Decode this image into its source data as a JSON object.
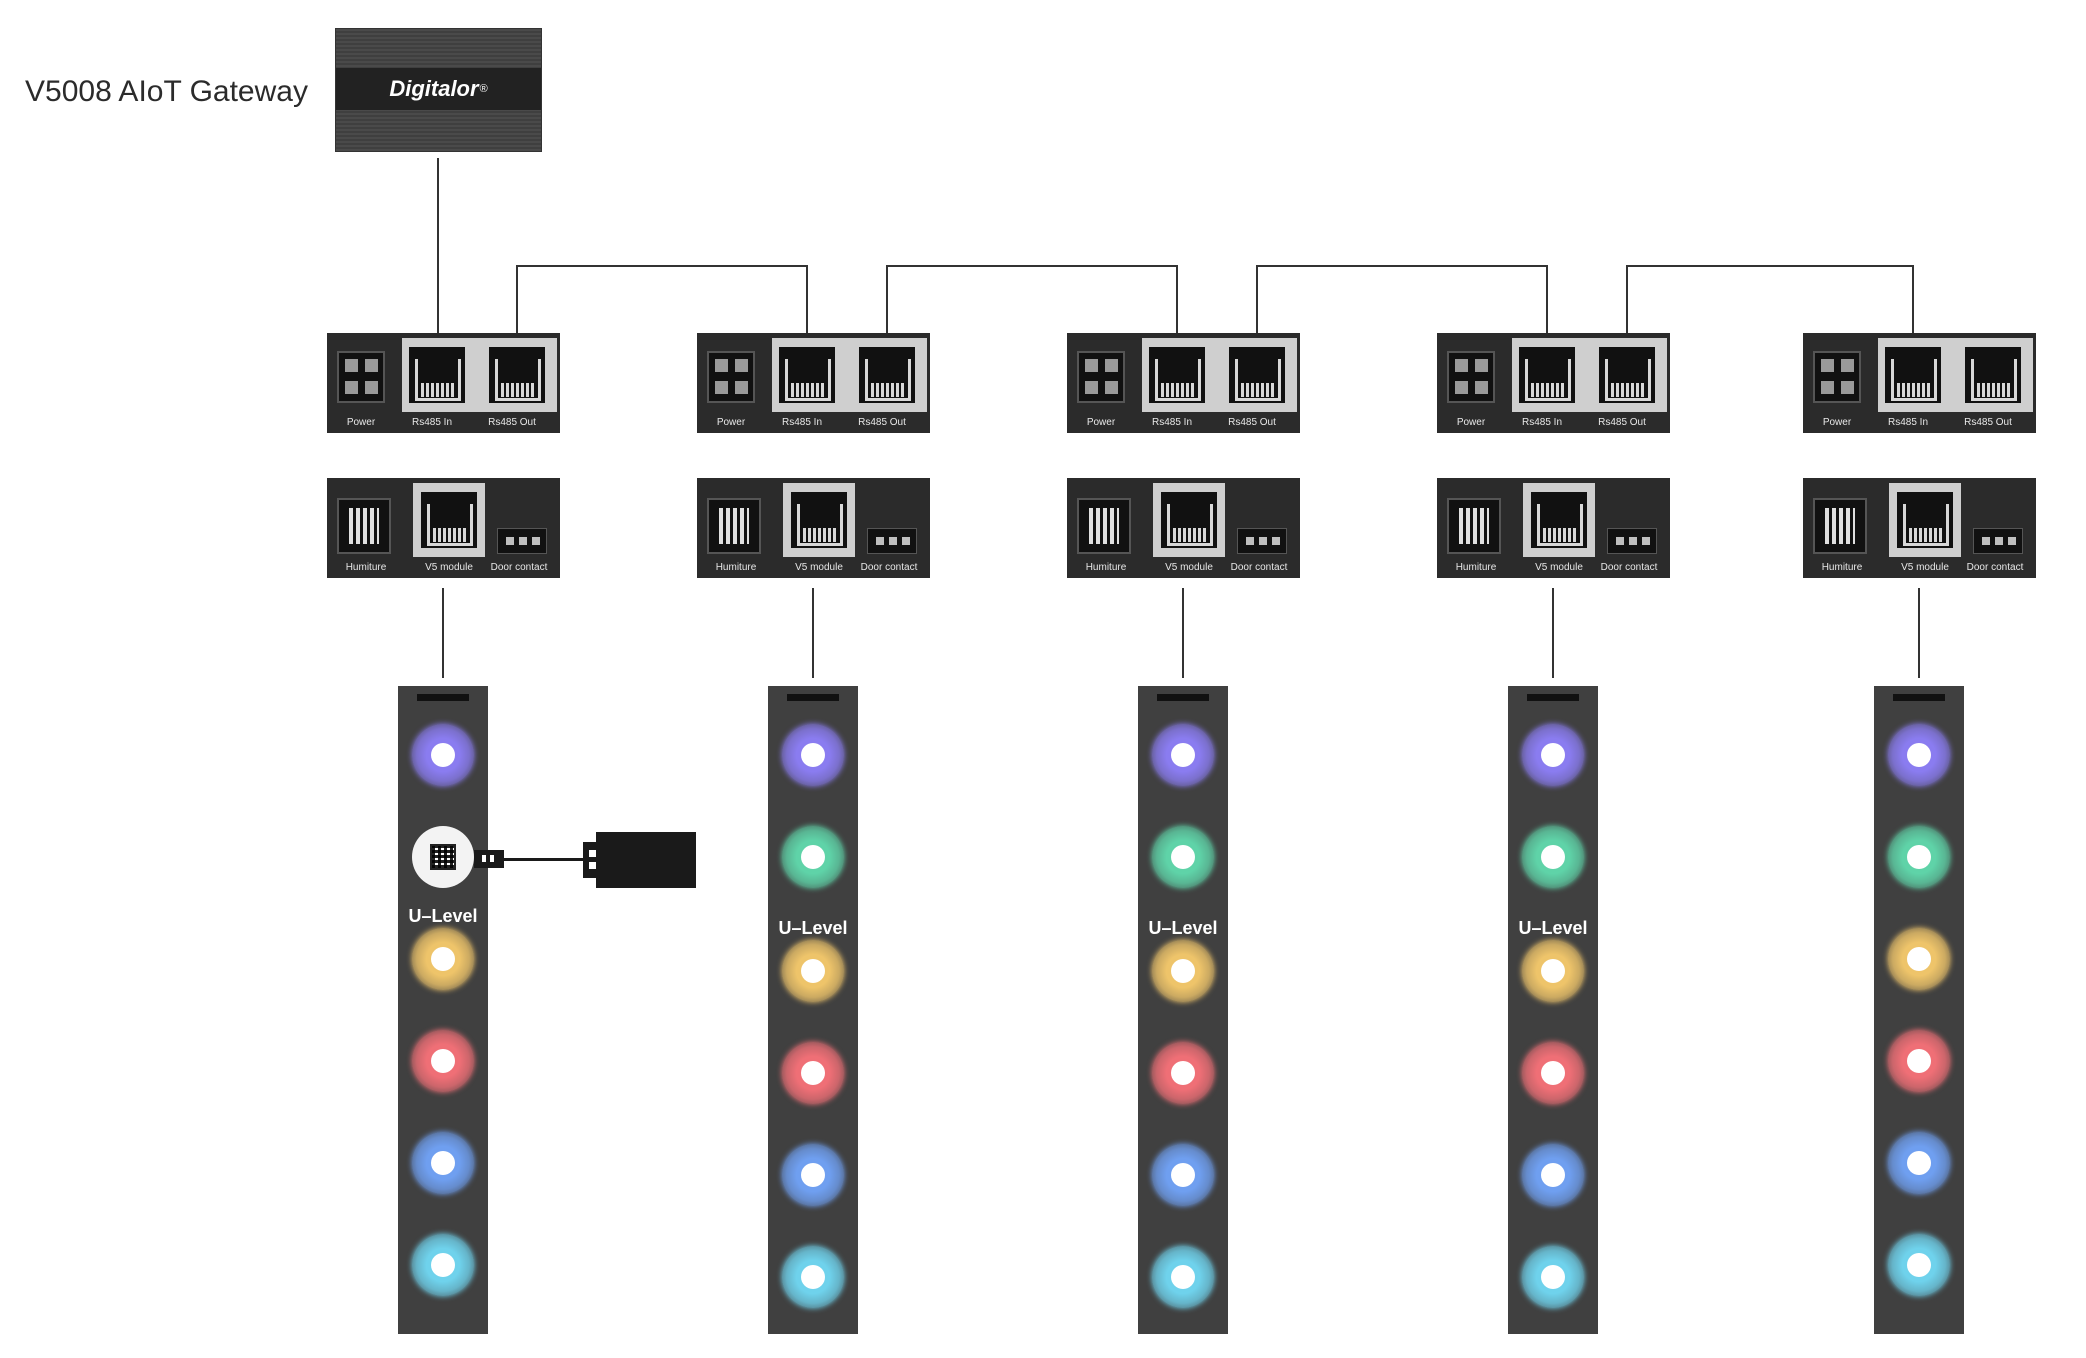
{
  "title": "V5008 AIoT Gateway",
  "gateway": {
    "brand": "Digitalor",
    "reg_mark": "®"
  },
  "labels": {
    "power": "Power",
    "rs485_in": "Rs485 In",
    "rs485_out": "Rs485 Out",
    "humiture": "Humiture",
    "v5_module": "V5  module",
    "door_contact": "Door contact",
    "u_level": "U–Level"
  },
  "ring_colors": [
    "#8a7cf0",
    "#5fd3a8",
    "#eec46a",
    "#ef6f76",
    "#6f9ff0",
    "#6fd2ec"
  ],
  "units": [
    {
      "strip_items": [
        "purple",
        "qr",
        "label",
        "yellow",
        "red",
        "blue",
        "cyan"
      ],
      "has_dongle": true
    },
    {
      "strip_items": [
        "purple",
        "green",
        "label",
        "yellow",
        "red",
        "blue",
        "cyan"
      ],
      "has_dongle": false
    },
    {
      "strip_items": [
        "purple",
        "green",
        "label",
        "yellow",
        "red",
        "blue",
        "cyan"
      ],
      "has_dongle": false
    },
    {
      "strip_items": [
        "purple",
        "green",
        "label",
        "yellow",
        "red",
        "blue",
        "cyan"
      ],
      "has_dongle": false
    },
    {
      "strip_items": [
        "purple",
        "green",
        "yellow",
        "red",
        "blue",
        "cyan"
      ],
      "has_dongle": false
    }
  ]
}
